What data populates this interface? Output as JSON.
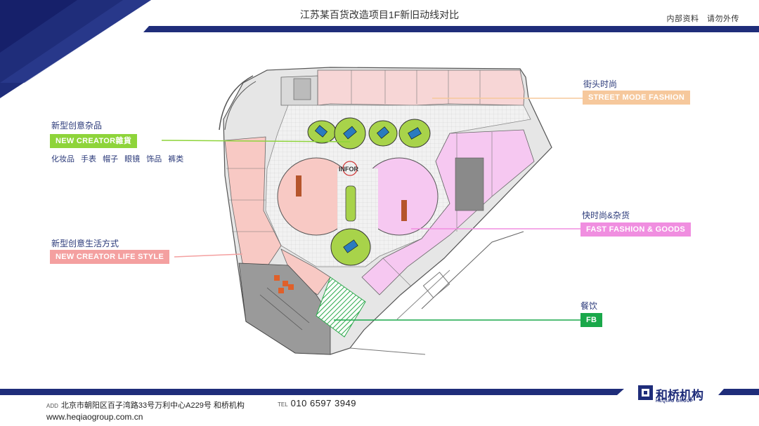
{
  "header": {
    "title": "江苏某百货改造项目1F新旧动线对比",
    "notice": "内部资料　请勿外传"
  },
  "plan_labels": {
    "infor": "INFOR"
  },
  "legend": {
    "creator_goods": {
      "title": "新型创意杂品",
      "tag": "NEW CREATOR雜貨",
      "sub_items": "化妆品 手表 帽子 眼镜 饰品 裤类",
      "color": "#8ed43a"
    },
    "creator_life": {
      "title": "新型创意生活方式",
      "tag": "NEW CREATOR LIFE STYLE",
      "color": "#f4a0a0"
    },
    "street_fashion": {
      "title": "街头时尚",
      "tag": "STREET MODE FASHION",
      "color": "#f6c89c"
    },
    "fast_fashion": {
      "title": "快时尚&杂货",
      "tag": "FAST FASHION & GOODS",
      "color": "#f08ee0"
    },
    "fb": {
      "title": "餐饮",
      "tag": "FB",
      "color": "#1aa84a"
    }
  },
  "footer": {
    "addr_label": "ADD",
    "address": "北京市朝阳区百子湾路33号万利中心A229号 和桥机构",
    "tel_label": "TEL",
    "phone": "010 6597 3949",
    "website": "www.heqiaogroup.com.cn",
    "logo_cn": "和桥机构",
    "logo_en": "HEQIAO GROUP"
  },
  "colors": {
    "brand_navy": "#1f2d7a",
    "dark_navy": "#0f1a5c"
  }
}
